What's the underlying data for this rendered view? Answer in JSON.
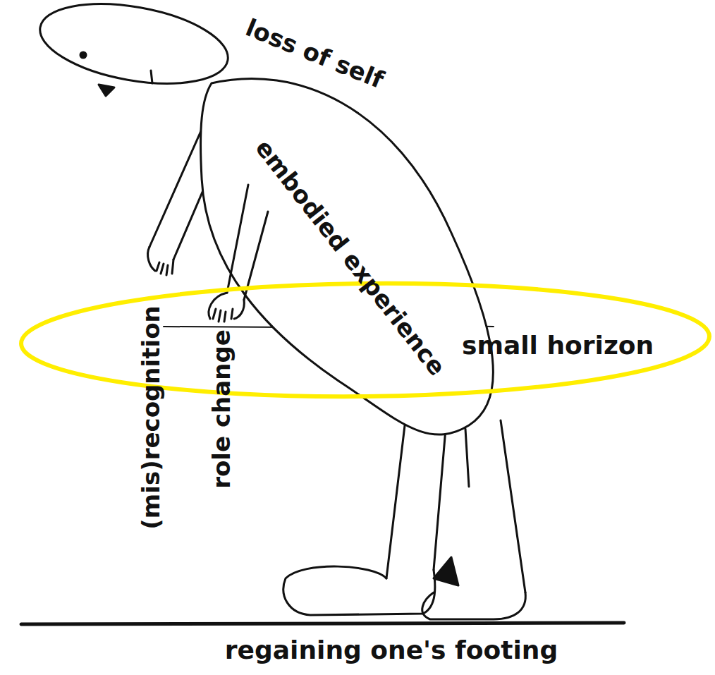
{
  "diagram": {
    "labels": [
      "loss of self",
      "embodied experience",
      "(mis)recognition",
      "role change",
      "small horizon",
      "regaining one's footing"
    ]
  }
}
